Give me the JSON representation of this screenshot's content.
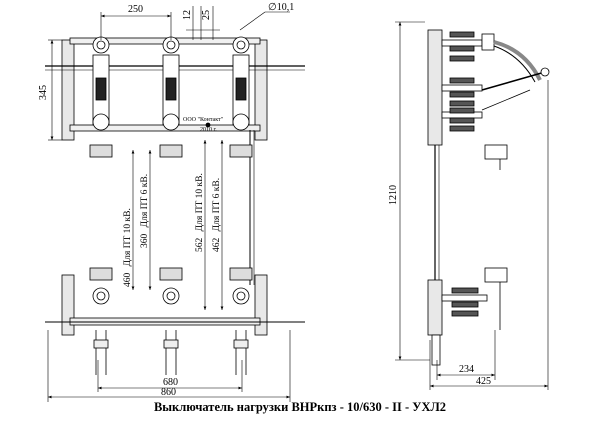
{
  "caption": "Выключатель нагрузки ВНРкпз - 10/630 - II - УХЛ2",
  "dimensions": {
    "pitch": "250",
    "w12": "12",
    "w25": "25",
    "hole": "∅10,1",
    "h345": "345",
    "h460": "460",
    "h360": "360",
    "h562": "562",
    "h462": "462",
    "h1210": "1210",
    "w680": "680",
    "w860": "860",
    "w234": "234",
    "w425": "425"
  },
  "notes": {
    "n460": "Для ПТ 10 кВ.",
    "n360": "Для ПТ 6 кВ.",
    "n562": "Для ПТ 10 кВ.",
    "n462": "Для ПТ 6 кВ."
  },
  "plate": {
    "maker": "ООО \"Контакт\"",
    "year": "2010 г."
  }
}
